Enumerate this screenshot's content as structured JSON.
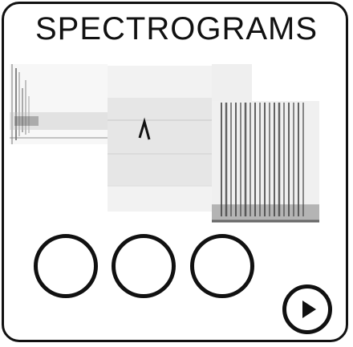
{
  "header": {
    "title": "SPECTROGRAMS"
  },
  "spectrograms": [
    {
      "name": "spectrogram-1"
    },
    {
      "name": "spectrogram-2"
    },
    {
      "name": "spectrogram-3"
    }
  ],
  "answer_slots": [
    {
      "name": "slot-1"
    },
    {
      "name": "slot-2"
    },
    {
      "name": "slot-3"
    }
  ],
  "controls": {
    "play_icon": "play-icon"
  }
}
